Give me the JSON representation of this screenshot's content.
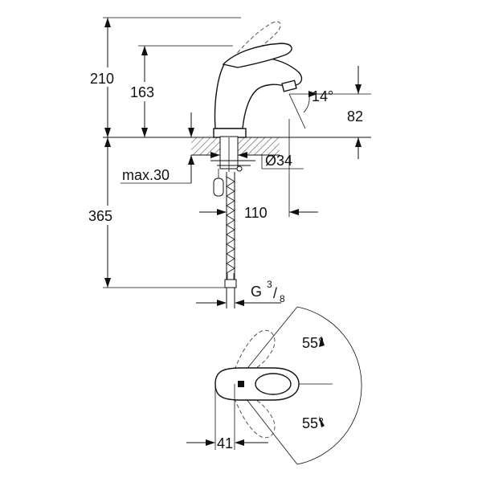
{
  "dimensions": {
    "total_height": "210",
    "spout_height": "163",
    "spout_angle": "14°",
    "spout_outlet_height": "82",
    "hole_diameter": "Ø34",
    "max_thickness": "max.30",
    "spout_reach": "110",
    "hose_length": "365",
    "connection_thread": "G",
    "thread_numerator": "3",
    "thread_slash": "/",
    "thread_denominator": "8",
    "lever_angle_upper": "55°",
    "lever_angle_lower": "55°",
    "top_offset": "41"
  }
}
